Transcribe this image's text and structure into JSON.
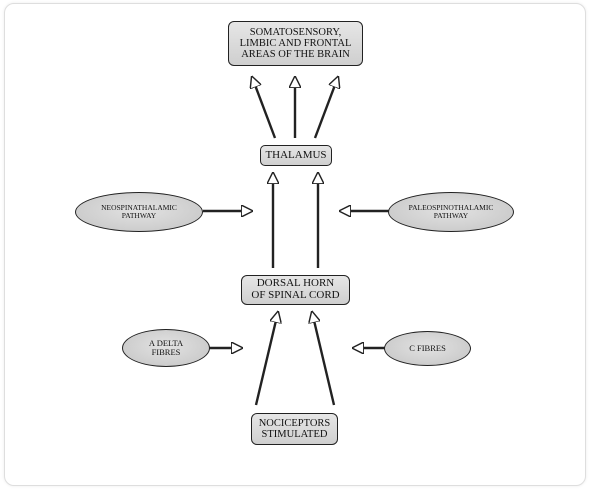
{
  "diagram": {
    "nodes": {
      "brain": "SOMATOSENSORY,\nLIMBIC AND FRONTAL\nAREAS OF THE BRAIN",
      "thalamus": "THALAMUS",
      "dorsal_horn": "DORSAL HORN\nOF SPINAL CORD",
      "nociceptors": "NOCICEPTORS\nSTIMULATED",
      "neospinothalamic": "NEOSPINATHALAMIC\nPATHWAY",
      "paleospinothalamic": "PALEOSPINOTHALAMIC\nPATHWAY",
      "a_delta": "A DELTA\nFIBRES",
      "c_fibres": "C FIBRES"
    }
  }
}
